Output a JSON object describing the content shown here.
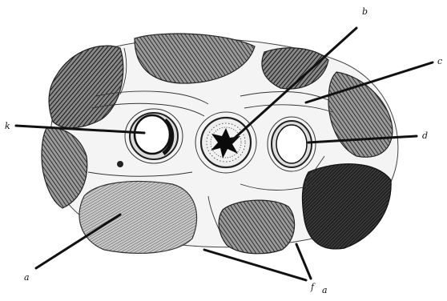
{
  "figure": {
    "style": "engraved anatomical cross-section, black and white",
    "colors": {
      "ink": "#111111",
      "tissue": "#f4f4f4",
      "paper": "#ffffff"
    },
    "labels": {
      "top": "b",
      "upper_right": "c",
      "left": "k",
      "right": "d",
      "lower_left": "a",
      "lower_middle": "f",
      "lower_right": "a"
    }
  }
}
